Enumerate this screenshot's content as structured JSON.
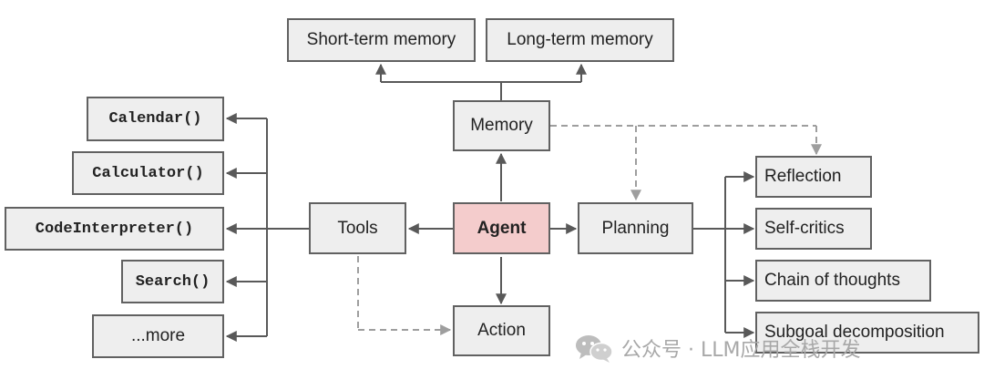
{
  "nodes": {
    "short_term_memory": "Short-term memory",
    "long_term_memory": "Long-term memory",
    "memory": "Memory",
    "agent": "Agent",
    "tools": "Tools",
    "planning": "Planning",
    "action": "Action",
    "calendar": "Calendar()",
    "calculator": "Calculator()",
    "code_interpreter": "CodeInterpreter()",
    "search": "Search()",
    "more": "...more",
    "reflection": "Reflection",
    "self_critics": "Self-critics",
    "chain_of_thoughts": "Chain of thoughts",
    "subgoal_decomposition": "Subgoal decomposition"
  },
  "watermark": {
    "text": "公众号 · LLM应用全栈开发",
    "icon": "wechat-icon"
  },
  "colors": {
    "box_fill": "#eeeeee",
    "box_border": "#616161",
    "agent_fill": "#f4cccc",
    "line": "#595959",
    "dashed_line": "#9e9e9e"
  }
}
